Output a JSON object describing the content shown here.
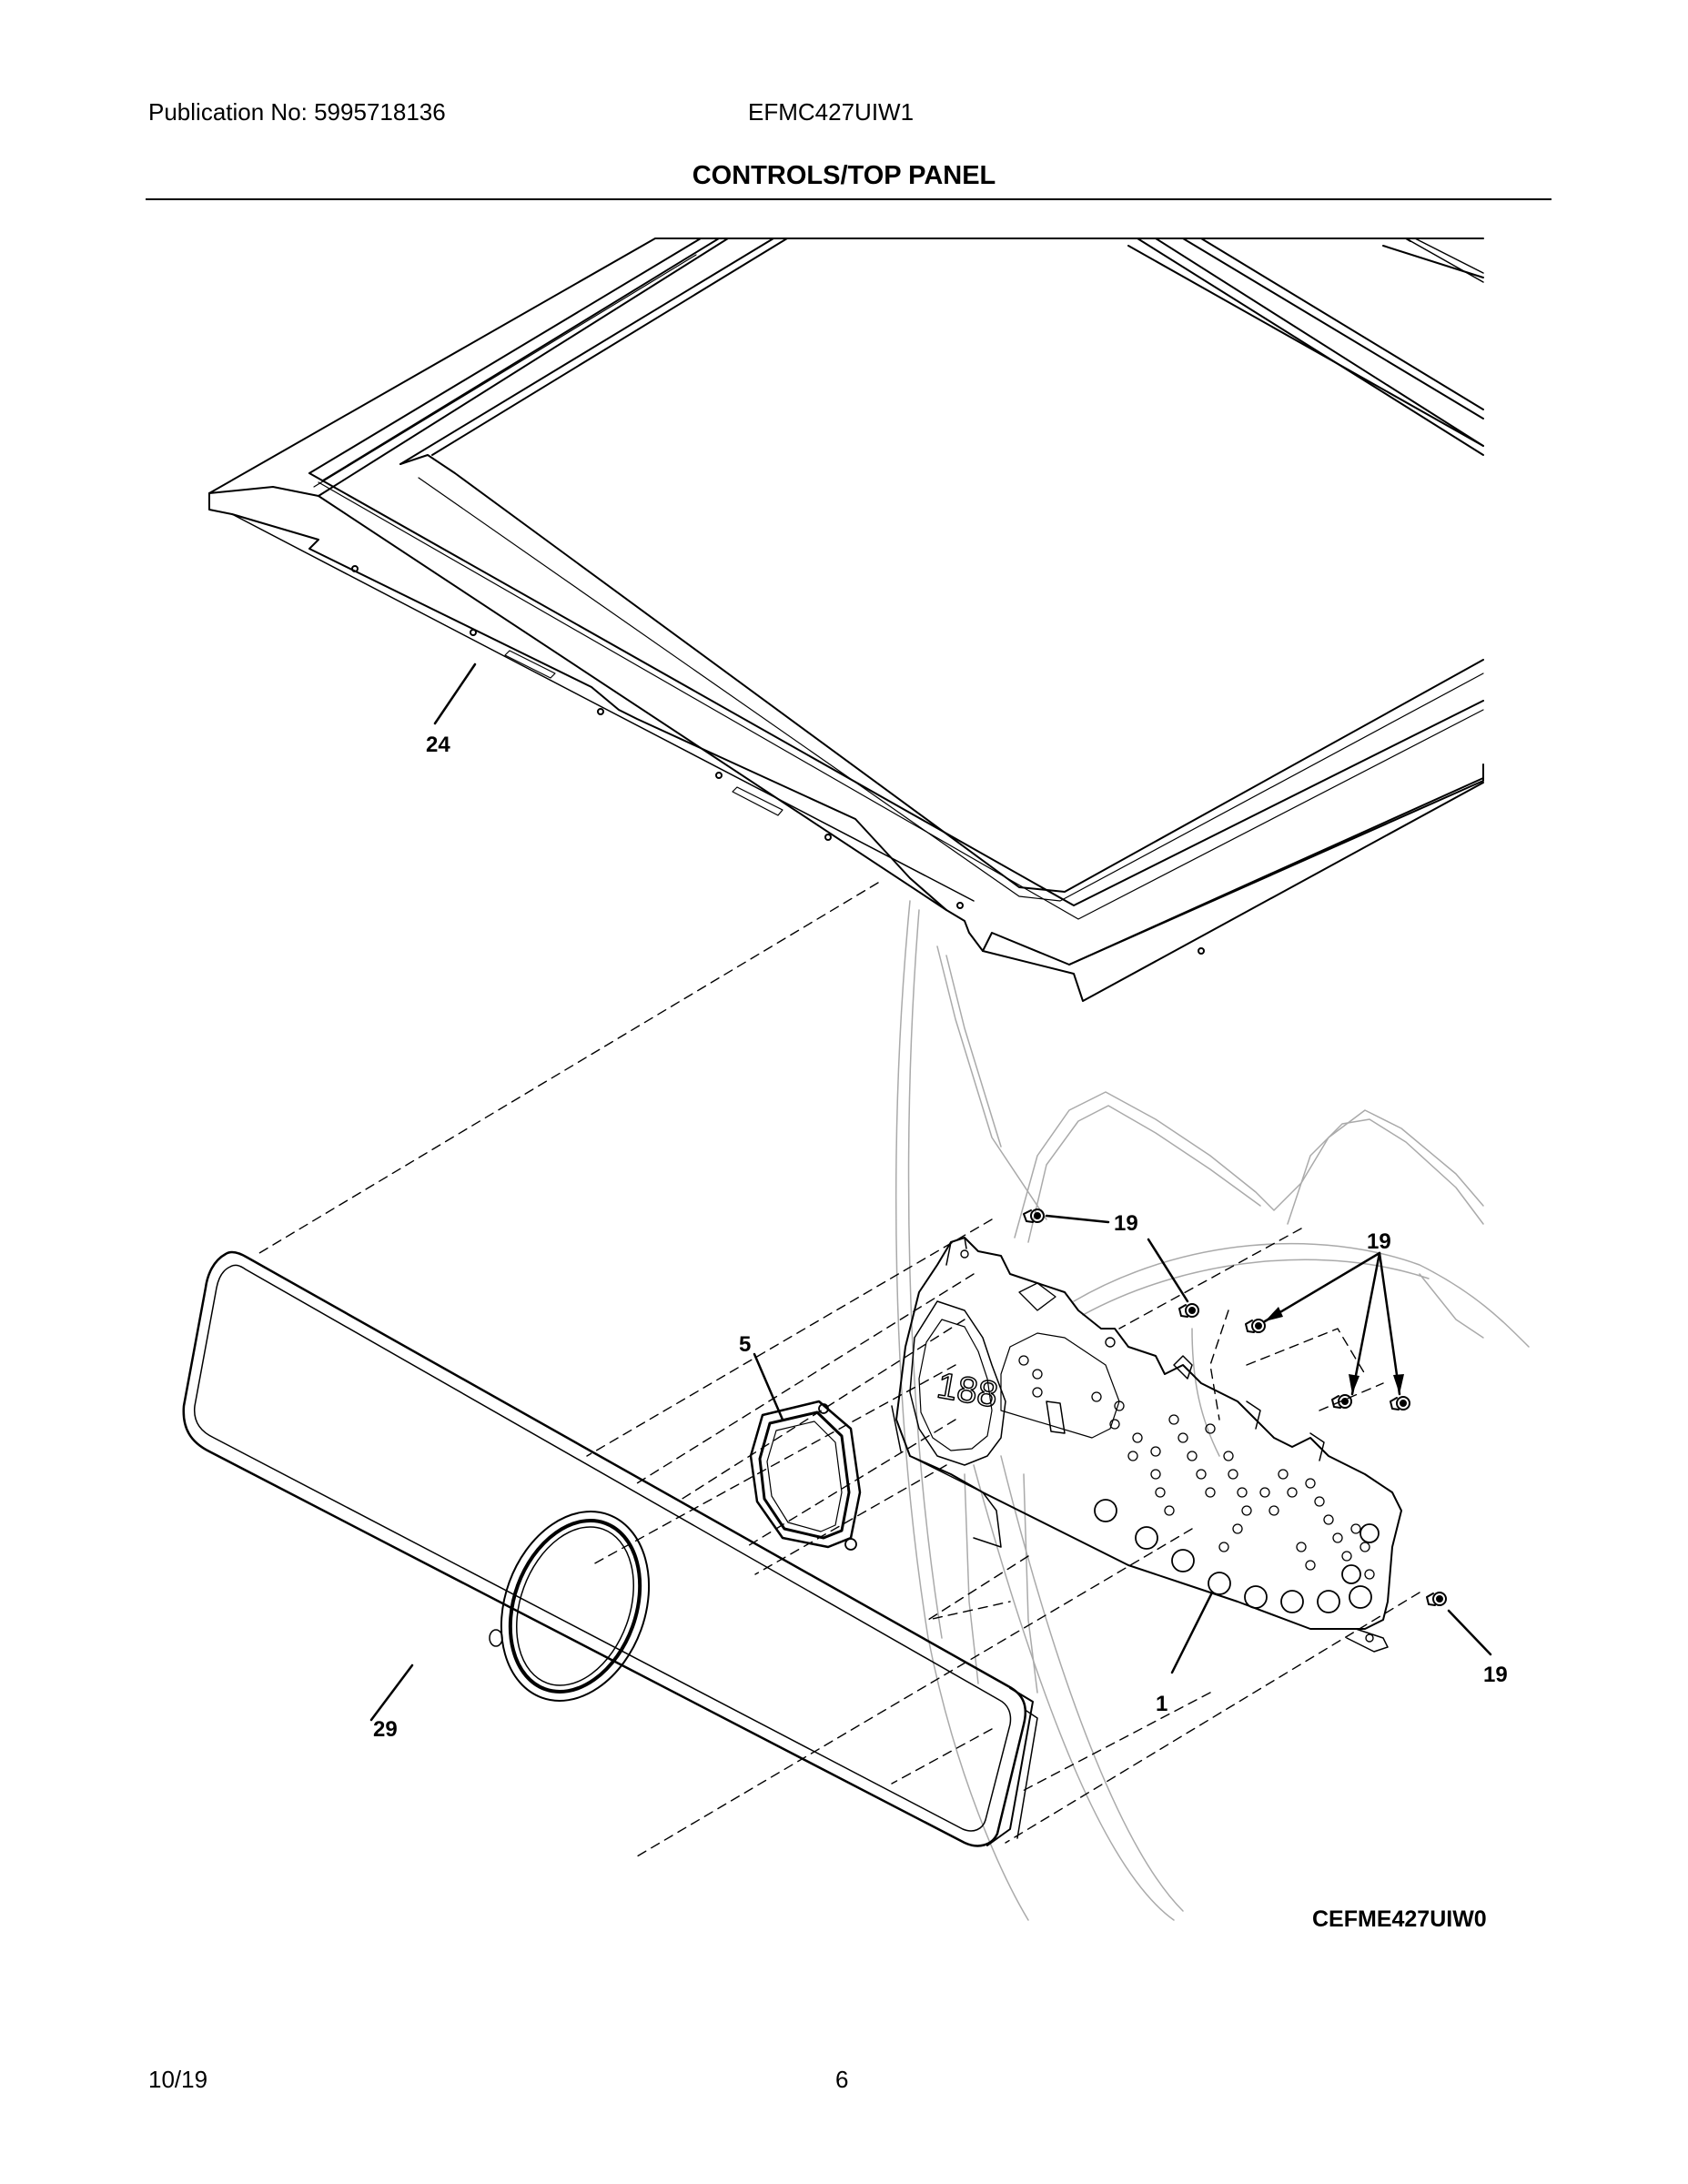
{
  "header": {
    "publication": "Publication No: 5995718136",
    "model": "EFMC427UIW1",
    "title": "CONTROLS/TOP PANEL"
  },
  "callouts": {
    "top_panel": "24",
    "control_panel": "29",
    "knob_ring": "5",
    "control_board": "1",
    "screw_top": "19",
    "screw_right": "19",
    "screw_bottom": "19"
  },
  "diagram_code": "CEFME427UIW0",
  "footer": {
    "date": "10/19",
    "page": "6"
  }
}
